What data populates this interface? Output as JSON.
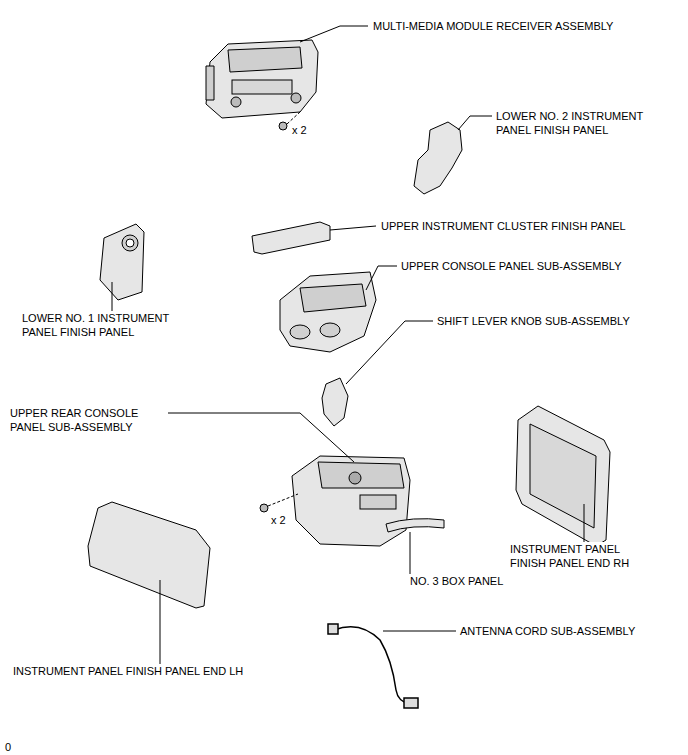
{
  "diagram": {
    "labels": [
      "MULTI-MEDIA MODULE RECEIVER ASSEMBLY",
      "x 2",
      "LOWER NO. 2 INSTRUMENT PANEL FINISH PANEL",
      "UPPER INSTRUMENT CLUSTER FINISH PANEL",
      "LOWER NO. 1 INSTRUMENT PANEL FINISH PANEL",
      "UPPER CONSOLE PANEL SUB-ASSEMBLY",
      "SHIFT LEVER KNOB SUB-ASSEMBLY",
      "UPPER REAR CONSOLE PANEL SUB-ASSEMBLY",
      "x 2",
      "INSTRUMENT PANEL FINISH PANEL END RH",
      "NO. 3 BOX PANEL",
      "ANTENNA CORD SUB-ASSEMBLY",
      "INSTRUMENT PANEL FINISH PANEL END LH",
      "0"
    ]
  }
}
